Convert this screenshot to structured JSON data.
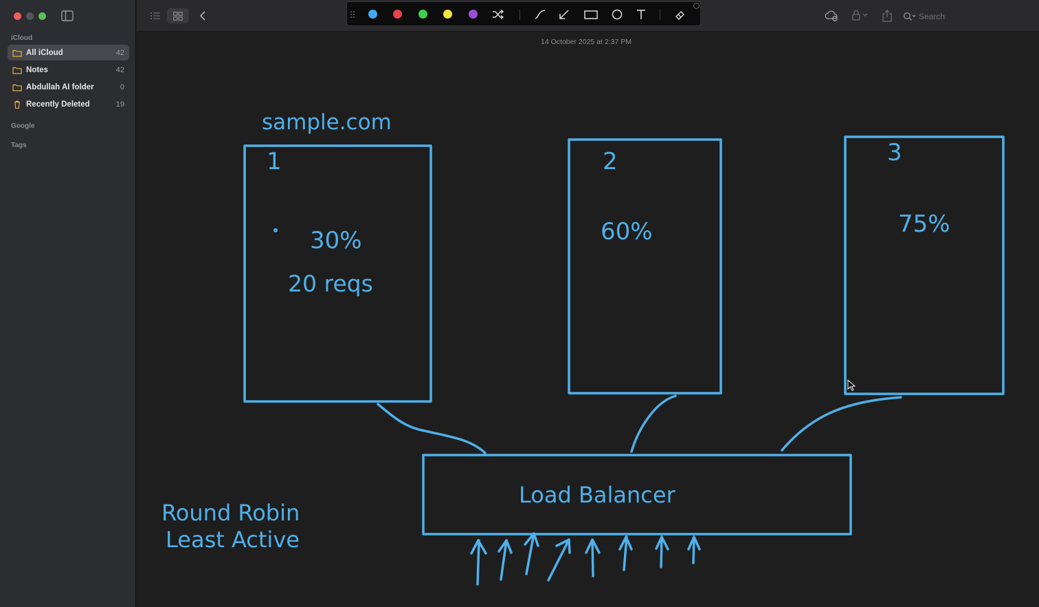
{
  "window": {
    "controls": [
      "close",
      "minimize",
      "zoom"
    ]
  },
  "sidebar": {
    "sections": {
      "icloud": "iCloud",
      "google": "Google",
      "tags": "Tags"
    },
    "items": [
      {
        "label": "All iCloud",
        "count": "42",
        "icon": "folder-icon",
        "selected": true
      },
      {
        "label": "Notes",
        "count": "42",
        "icon": "folder-icon",
        "selected": false
      },
      {
        "label": "Abdullah AI folder",
        "count": "0",
        "icon": "folder-icon",
        "selected": false
      },
      {
        "label": "Recently Deleted",
        "count": "19",
        "icon": "trash-icon",
        "selected": false
      }
    ],
    "accent": "#e5b23c"
  },
  "toolbar": {
    "search_placeholder": "Search",
    "pen_colors": [
      "#3fa9f5",
      "#e8434c",
      "#3fcf4c",
      "#f5e33f",
      "#9b4fd6"
    ]
  },
  "note": {
    "timestamp": "14 October 2025 at 2:37 PM",
    "ink_color": "#4fb0ea",
    "title": "sample.com",
    "servers": [
      {
        "number": "1",
        "load": "30%",
        "requests": "20 reqs"
      },
      {
        "number": "2",
        "load": "60%",
        "requests": ""
      },
      {
        "number": "3",
        "load": "75%",
        "requests": ""
      }
    ],
    "load_balancer": "Load Balancer",
    "algorithms": [
      "Round Robin",
      "Least Active"
    ]
  }
}
